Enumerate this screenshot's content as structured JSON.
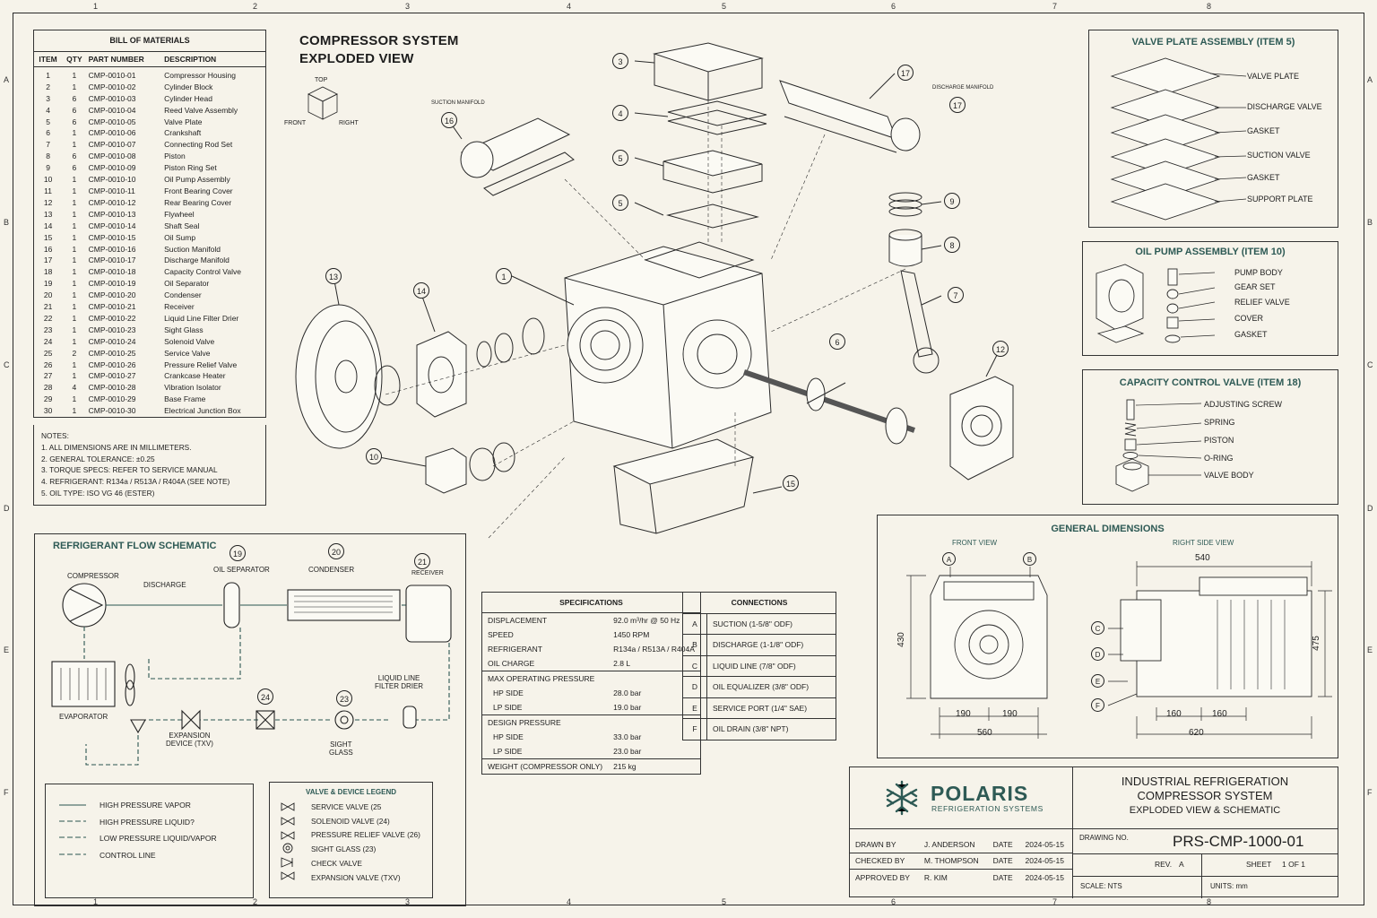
{
  "zones": {
    "columns": [
      "1",
      "2",
      "3",
      "4",
      "5",
      "6",
      "7",
      "8"
    ],
    "rows": [
      "A",
      "B",
      "C",
      "D",
      "E",
      "F"
    ]
  },
  "bom": {
    "title": "BILL OF MATERIALS",
    "headers": [
      "ITEM",
      "QTY",
      "PART NUMBER",
      "DESCRIPTION"
    ],
    "rows": [
      [
        "1",
        "1",
        "CMP-0010-01",
        "Compressor Housing"
      ],
      [
        "2",
        "1",
        "CMP-0010-02",
        "Cylinder Block"
      ],
      [
        "3",
        "6",
        "CMP-0010-03",
        "Cylinder Head"
      ],
      [
        "4",
        "6",
        "CMP-0010-04",
        "Reed Valve Assembly"
      ],
      [
        "5",
        "6",
        "CMP-0010-05",
        "Valve Plate"
      ],
      [
        "6",
        "1",
        "CMP-0010-06",
        "Crankshaft"
      ],
      [
        "7",
        "1",
        "CMP-0010-07",
        "Connecting Rod Set"
      ],
      [
        "8",
        "6",
        "CMP-0010-08",
        "Piston"
      ],
      [
        "9",
        "6",
        "CMP-0010-09",
        "Piston Ring Set"
      ],
      [
        "10",
        "1",
        "CMP-0010-10",
        "Oil Pump Assembly"
      ],
      [
        "11",
        "1",
        "CMP-0010-11",
        "Front Bearing Cover"
      ],
      [
        "12",
        "1",
        "CMP-0010-12",
        "Rear Bearing Cover"
      ],
      [
        "13",
        "1",
        "CMP-0010-13",
        "Flywheel"
      ],
      [
        "14",
        "1",
        "CMP-0010-14",
        "Shaft Seal"
      ],
      [
        "15",
        "1",
        "CMP-0010-15",
        "Oil Sump"
      ],
      [
        "16",
        "1",
        "CMP-0010-16",
        "Suction Manifold"
      ],
      [
        "17",
        "1",
        "CMP-0010-17",
        "Discharge Manifold"
      ],
      [
        "18",
        "1",
        "CMP-0010-18",
        "Capacity Control Valve"
      ],
      [
        "19",
        "1",
        "CMP-0010-19",
        "Oil Separator"
      ],
      [
        "20",
        "1",
        "CMP-0010-20",
        "Condenser"
      ],
      [
        "21",
        "1",
        "CMP-0010-21",
        "Receiver"
      ],
      [
        "22",
        "1",
        "CMP-0010-22",
        "Liquid Line Filter Drier"
      ],
      [
        "23",
        "1",
        "CMP-0010-23",
        "Sight Glass"
      ],
      [
        "24",
        "1",
        "CMP-0010-24",
        "Solenoid Valve"
      ],
      [
        "25",
        "2",
        "CMP-0010-25",
        "Service Valve"
      ],
      [
        "26",
        "1",
        "CMP-0010-26",
        "Pressure Relief Valve"
      ],
      [
        "27",
        "1",
        "CMP-0010-27",
        "Crankcase Heater"
      ],
      [
        "28",
        "4",
        "CMP-0010-28",
        "Vibration Isolator"
      ],
      [
        "29",
        "1",
        "CMP-0010-29",
        "Base Frame"
      ],
      [
        "30",
        "1",
        "CMP-0010-30",
        "Electrical Junction Box"
      ]
    ]
  },
  "notes": {
    "title": "NOTES:",
    "items": [
      "1. ALL DIMENSIONS ARE IN MILLIMETERS.",
      "2. GENERAL TOLERANCE: ±0.25",
      "3. TORQUE SPECS: REFER TO SERVICE MANUAL",
      "4. REFRIGERANT: R134a / R513A / R404A (SEE NOTE)",
      "5. OIL TYPE: ISO VG 46 (ESTER)"
    ]
  },
  "main_title": {
    "line1": "COMPRESSOR SYSTEM",
    "line2": "EXPLODED VIEW"
  },
  "orientation": {
    "top": "TOP",
    "front": "FRONT",
    "right": "RIGHT"
  },
  "exploded": {
    "suction_label": "SUCTION MANIFOLD",
    "discharge_label": "DISCHARGE MANIFOLD",
    "balloons": [
      "1",
      "3",
      "4",
      "5",
      "5",
      "6",
      "7",
      "8",
      "9",
      "10",
      "12",
      "13",
      "14",
      "15",
      "16",
      "17",
      "17"
    ]
  },
  "valve_plate": {
    "title": "VALVE PLATE ASSEMBLY (ITEM 5)",
    "parts": [
      "VALVE PLATE",
      "DISCHARGE VALVE",
      "GASKET",
      "SUCTION VALVE",
      "GASKET",
      "SUPPORT PLATE"
    ]
  },
  "oil_pump": {
    "title": "OIL PUMP ASSEMBLY (ITEM 10)",
    "parts": [
      "PUMP BODY",
      "GEAR SET",
      "RELIEF VALVE",
      "COVER",
      "GASKET"
    ]
  },
  "capacity_valve": {
    "title": "CAPACITY CONTROL VALVE (ITEM 18)",
    "parts": [
      "ADJUSTING SCREW",
      "SPRING",
      "PISTON",
      "O-RING",
      "VALVE BODY"
    ]
  },
  "schematic": {
    "title": "REFRIGERANT FLOW SCHEMATIC",
    "compressor": "COMPRESSOR",
    "discharge": "DISCHARGE",
    "oil_separator": "OIL SEPARATOR",
    "condenser": "CONDENSER",
    "receiver": "RECEIVER",
    "evaporator": "EVAPORATOR",
    "expansion_line1": "EXPANSION",
    "expansion_line2": "DEVICE (TXV)",
    "sight_line1": "SIGHT",
    "sight_line2": "GLASS",
    "filter_line1": "LIQUID LINE",
    "filter_line2": "FILTER DRIER",
    "balloons": {
      "b19": "19",
      "b20": "20",
      "b21": "21",
      "b23": "23",
      "b24": "24"
    }
  },
  "line_legend": [
    "HIGH PRESSURE VAPOR",
    "HIGH PRESSURE LIQUID?",
    "LOW PRESSURE LIQUID/VAPOR",
    "CONTROL LINE"
  ],
  "valve_legend": {
    "title": "VALVE & DEVICE LEGEND",
    "items": [
      "SERVICE VALVE (25",
      "SOLENOID VALVE (24)",
      "PRESSURE RELIEF VALVE (26)",
      "SIGHT GLASS (23)",
      "CHECK VALVE",
      "EXPANSION VALVE (TXV)"
    ]
  },
  "specifications": {
    "title": "SPECIFICATIONS",
    "rows": [
      [
        "DISPLACEMENT",
        "92.0 m³/hr @ 50 Hz"
      ],
      [
        "SPEED",
        "1450 RPM"
      ],
      [
        "REFRIGERANT",
        "R134a / R513A / R404A"
      ],
      [
        "OIL CHARGE",
        "2.8 L"
      ],
      [
        "MAX OPERATING PRESSURE",
        ""
      ],
      [
        "  HP SIDE",
        "28.0 bar"
      ],
      [
        "  LP SIDE",
        "19.0 bar"
      ],
      [
        "DESIGN PRESSURE",
        ""
      ],
      [
        "  HP SIDE",
        "33.0 bar"
      ],
      [
        "  LP SIDE",
        "23.0 bar"
      ],
      [
        "WEIGHT (COMPRESSOR ONLY)",
        "215 kg"
      ]
    ]
  },
  "connections": {
    "title": "CONNECTIONS",
    "rows": [
      [
        "A",
        "SUCTION (1-5/8\" ODF)"
      ],
      [
        "B",
        "DISCHARGE (1-1/8\" ODF)"
      ],
      [
        "C",
        "LIQUID LINE (7/8\" ODF)"
      ],
      [
        "D",
        "OIL EQUALIZER (3/8\" ODF)"
      ],
      [
        "E",
        "SERVICE PORT (1/4\" SAE)"
      ],
      [
        "F",
        "OIL DRAIN (3/8\" NPT)"
      ]
    ]
  },
  "dimensions": {
    "title": "GENERAL DIMENSIONS",
    "front": "FRONT VIEW",
    "side": "RIGHT SIDE VIEW",
    "front_height": "430",
    "front_half_left": "190",
    "front_half_right": "190",
    "front_width": "560",
    "side_top": "540",
    "side_height": "475",
    "side_half_left": "160",
    "side_half_right": "160",
    "side_width": "620",
    "markers": [
      "A",
      "B",
      "C",
      "D",
      "E",
      "F"
    ]
  },
  "title_block": {
    "brand": "POLARIS",
    "brand_sub": "REFRIGERATION SYSTEMS",
    "brand_color": "#2e5a55",
    "title1": "INDUSTRIAL REFRIGERATION",
    "title2": "COMPRESSOR SYSTEM",
    "title3": "EXPLODED VIEW & SCHEMATIC",
    "drawn_by_label": "DRAWN BY",
    "drawn_by": "J. ANDERSON",
    "checked_by_label": "CHECKED BY",
    "checked_by": "M. THOMPSON",
    "approved_by_label": "APPROVED BY",
    "approved_by": "R. KIM",
    "date_label": "DATE",
    "date1": "2024-05-15",
    "date2": "2024-05-15",
    "date3": "2024-05-15",
    "drawing_no_label": "DRAWING NO.",
    "drawing_no": "PRS-CMP-1000-01",
    "rev_label": "REV.",
    "rev": "A",
    "sheet_label": "SHEET",
    "sheet": "1 OF 1",
    "scale": "SCALE: NTS",
    "units": "UNITS: mm"
  }
}
